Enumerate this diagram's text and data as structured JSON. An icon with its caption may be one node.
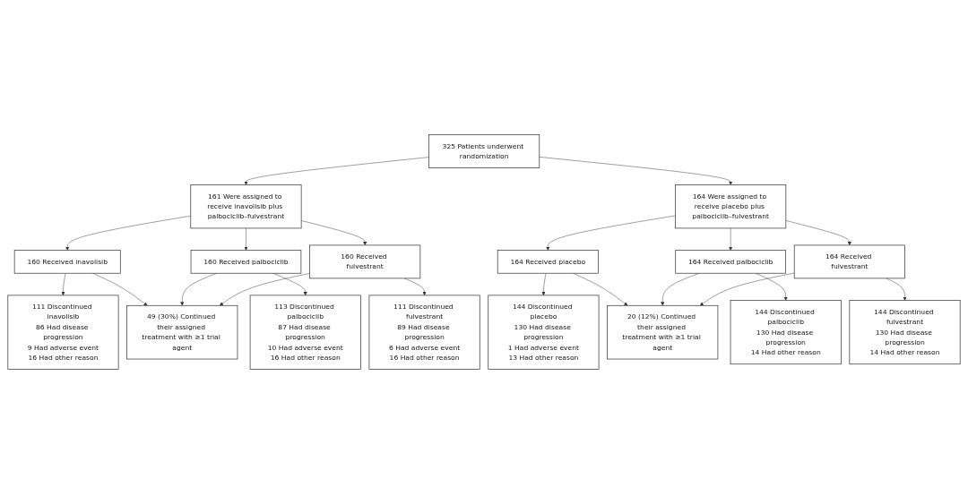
{
  "diagram": {
    "nodes": [
      {
        "text": [
          "325 Patients underwent randomization"
        ]
      },
      {
        "text": [
          "161 Were assigned to receive inavolisib plus palbociclib–fulvestrant"
        ]
      },
      {
        "text": [
          "164 Were assigned to receive placebo plus palbociclib–fulvestrant"
        ]
      },
      {
        "text": [
          "160 Received inavolisib"
        ]
      },
      {
        "text": [
          "160 Received palbociclib"
        ]
      },
      {
        "text": [
          "160 Received fulvestrant"
        ]
      },
      {
        "text": [
          "164 Received placebo"
        ]
      },
      {
        "text": [
          "164 Received palbociclib"
        ]
      },
      {
        "text": [
          "164 Received fulvestrant"
        ]
      },
      {
        "text": [
          "111 Discontinued inavolisib",
          "86 Had disease progression",
          "9 Had adverse event",
          "16 Had other reason"
        ]
      },
      {
        "text": [
          "113 Discontinued palbociclib",
          "87 Had disease progression",
          "10 Had adverse event",
          "16 Had other reason"
        ]
      },
      {
        "text": [
          "111 Discontinued fulvestrant",
          "89 Had disease progression",
          "6 Had adverse event",
          "16 Had other reason"
        ]
      },
      {
        "text": [
          "144 Discontinued placebo",
          "130 Had disease progression",
          "1 Had adverse event",
          "13 Had other reason"
        ]
      },
      {
        "text": [
          "144 Discontinued palbociclib",
          "130 Had disease progression",
          "14 Had other reason"
        ]
      },
      {
        "text": [
          "144 Discontinued fulvestrant",
          "130 Had disease progression",
          "14 Had other reason"
        ]
      },
      {
        "text": [
          "49 (30%) Continued their assigned treatment with ≥1 trial agent"
        ]
      },
      {
        "text": [
          "20 (12%) Continued their assigned treatment with ≥1 trial agent"
        ]
      }
    ],
    "edges": [
      {
        "from": 0,
        "to": 1,
        "arrow": "to"
      },
      {
        "from": 0,
        "to": 2,
        "arrow": "to"
      },
      {
        "from": 1,
        "to": 3,
        "arrow": "to"
      },
      {
        "from": 1,
        "to": 4,
        "arrow": "to"
      },
      {
        "from": 1,
        "to": 5,
        "arrow": "to"
      },
      {
        "from": 2,
        "to": 6,
        "arrow": "to"
      },
      {
        "from": 2,
        "to": 7,
        "arrow": "to"
      },
      {
        "from": 2,
        "to": 8,
        "arrow": "to"
      },
      {
        "from": 3,
        "to": 9,
        "arrow": "to"
      },
      {
        "from": 3,
        "to": 15,
        "arrow": "to"
      },
      {
        "from": 4,
        "to": 10,
        "arrow": "to"
      },
      {
        "from": 4,
        "to": 15,
        "arrow": "to"
      },
      {
        "from": 5,
        "to": 11,
        "arrow": "to"
      },
      {
        "from": 5,
        "to": 15,
        "arrow": "to"
      },
      {
        "from": 6,
        "to": 12,
        "arrow": "to"
      },
      {
        "from": 6,
        "to": 16,
        "arrow": "to"
      },
      {
        "from": 7,
        "to": 13,
        "arrow": "to"
      },
      {
        "from": 7,
        "to": 16,
        "arrow": "to"
      },
      {
        "from": 8,
        "to": 14,
        "arrow": "to"
      },
      {
        "from": 8,
        "to": 16,
        "arrow": "to"
      }
    ]
  }
}
